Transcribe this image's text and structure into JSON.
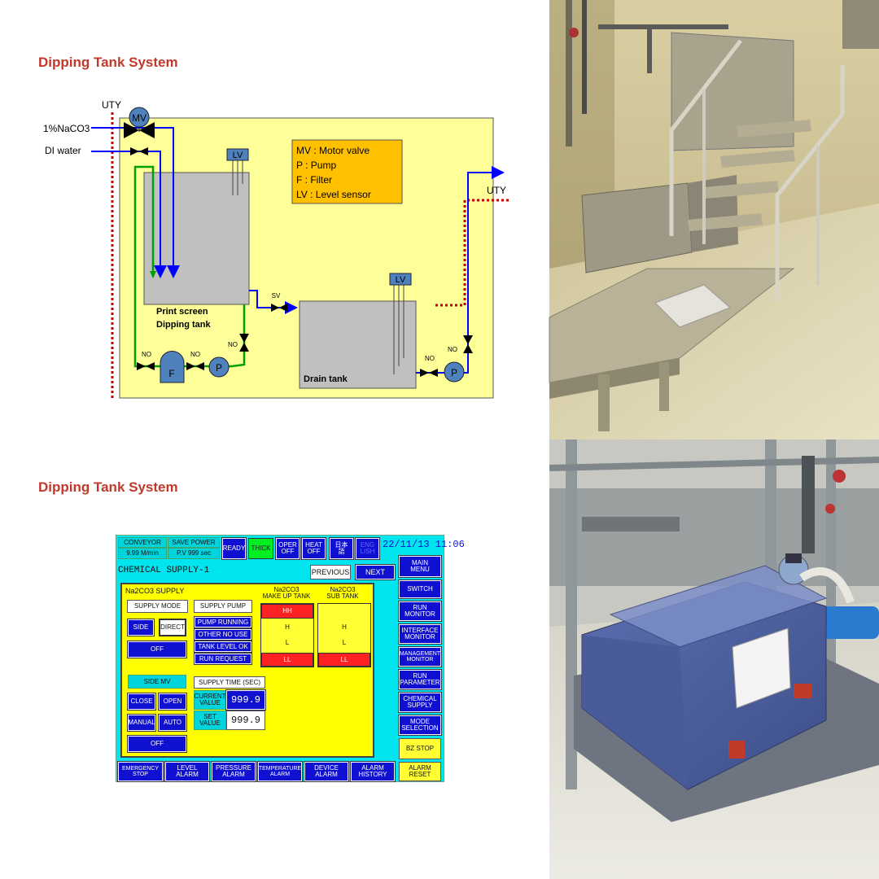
{
  "diagram": {
    "title": "Dipping Tank System",
    "labels": {
      "uty_left": "UTY",
      "uty_right": "UTY",
      "naco3": "1%NaCO3",
      "di_water": "DI water",
      "mv": "MV",
      "lv1": "LV",
      "lv2": "LV",
      "sv": "SV",
      "dip_tank_1": "Print screen",
      "dip_tank_2": "Dipping tank",
      "drain_tank": "Drain tank",
      "filter": "F",
      "pump1": "P",
      "pump2": "P",
      "no1": "NO",
      "no2": "NO",
      "no3": "NO",
      "no4": "NO",
      "no5": "NO"
    },
    "legend": [
      "MV : Motor valve",
      "P     : Pump",
      "F     : Filter",
      "LV   : Level sensor"
    ],
    "colors": {
      "panel_fill": "#ffff99",
      "tank_fill": "#c0c0c0",
      "legend_fill": "#ffc000",
      "blue_line": "#0000ff",
      "green_line": "#00a000",
      "red_dotted": "#c00000",
      "component_fill": "#4f81bd"
    }
  },
  "hmi": {
    "title": "Dipping Tank System",
    "top": {
      "conveyor": "CONVEYOR",
      "conveyor_val": "9.99 M/min",
      "save_power": "SAVE POWER",
      "save_power_val": "P.V 999 sec",
      "ready": "READY",
      "thick": "THICK",
      "oper_off": "OPER\nOFF",
      "heat_off": "HEAT\nOFF",
      "jp": "日本\n語",
      "eng": "ENG\nLISH",
      "datetime": "22/11/13 11:06"
    },
    "header": {
      "screen_title": "CHEMICAL SUPPLY-1",
      "previous": "PREVIOUS",
      "next": "NEXT"
    },
    "right_menu": [
      "MAIN\nMENU",
      "SWITCH",
      "RUN\nMONITOR",
      "INTERFACE\nMONITOR",
      "MANAGEMENT\nMONITOR",
      "RUN\nPARAMETER",
      "CHEMICAL\nSUPPLY",
      "MODE\nSELECTION",
      "BZ STOP"
    ],
    "supply": {
      "section_title": "Na2CO3 SUPPLY",
      "supply_mode": "SUPPLY MODE",
      "side": "SIDE",
      "direct": "DIRECT",
      "mode_off": "OFF",
      "supply_pump": "SUPPLY PUMP",
      "pump_status": [
        "PUMP RUNNING",
        "OTHER NO USE",
        "TANK LEVEL OK",
        "RUN REQUEST"
      ],
      "makeup_tank": "Na2CO3\nMAKE UP TANK",
      "sub_tank": "Na2CO3\nSUB TANK",
      "makeup_levels": [
        "HH",
        "H",
        "L",
        "LL"
      ],
      "sub_levels": [
        "H",
        "L",
        "LL"
      ],
      "side_mv": "SIDE MV",
      "close": "CLOSE",
      "open": "OPEN",
      "manual": "MANUAL",
      "auto": "AUTO",
      "mv_off": "OFF",
      "supply_time": "SUPPLY TIME (SEC)",
      "current_value_label": "CURRENT\nVALUE",
      "current_value": "999.9",
      "set_value_label": "SET\nVALUE",
      "set_value": "999.9"
    },
    "bottom": [
      "EMERGENCY\nSTOP",
      "LEVEL\nALARM",
      "PRESSURE\nALARM",
      "TEMPERATURE\nALARM",
      "DEVICE\nALARM",
      "ALARM\nHISTORY",
      "ALARM\nRESET"
    ]
  }
}
